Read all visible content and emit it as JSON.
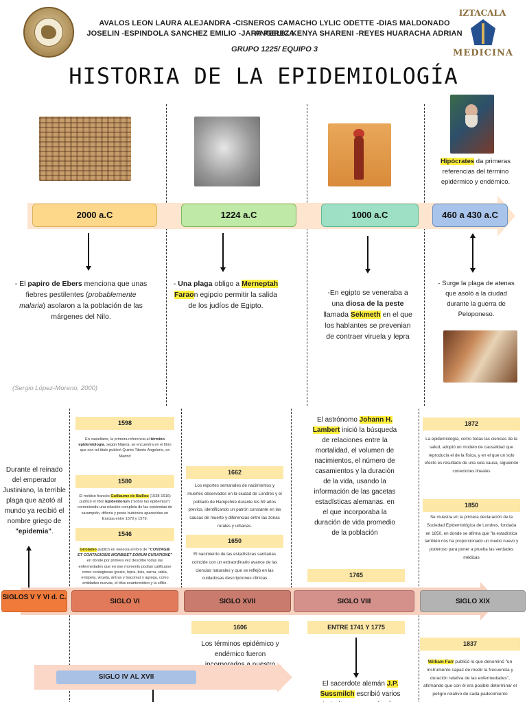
{
  "header": {
    "authors_line1": "AVALOS LEON LAURA ALEJANDRA  -CISNEROS CAMACHO LYLIC ODETTE  -DIAS MALDONADO ANGELICA",
    "authors_line2": "JOSELIN  -ESPINDOLA SANCHEZ EMILIO  -JARA PEREZ KENYA SHARENI -REYES HUARACHA ADRIAN",
    "grupo": "GRUPO  1225/ EQUIPO 3",
    "logo_right_top": "IZTACALA",
    "logo_right_bottom": "MEDICINA"
  },
  "title": "HISTORIA DE LA EPIDEMIOLOGÍA",
  "top_timeline": {
    "events": [
      {
        "date": "2000  a.C",
        "text": {
          "p1": "- El ",
          "h1": "papiro de Ebers",
          "p2": " menciona que unas fiebres pestilentes (",
          "i1": "probablemente malaria",
          "p3": ") asolaron a la población de las márgenes del Nilo."
        }
      },
      {
        "date": "1224  a.C",
        "text": {
          "p1": "- ",
          "b1": "Una plaga",
          "p2": " obligo a ",
          "h1": "Merneptah Farao",
          "p3": "n egipcio permitir la salida de los judíos de Egipto."
        }
      },
      {
        "date": "1000  a.C",
        "text": {
          "p1": "-En egipto se veneraba a una ",
          "b1": "diosa de la peste",
          "p2": " llamada ",
          "h1": "Sekmeth",
          "p3": " en el que los hablantes se prevenian de contraer viruela y lepra"
        }
      },
      {
        "date": "460  a  430  a.C",
        "hippo": {
          "h1": "Hipócrates",
          "p1": " da primeras referencias del término epidérmico y endémico."
        },
        "text": {
          "p1": "-  Surge la plaga de atenas que asoló a la ciudad durante la guerra de Peloponeso."
        }
      }
    ],
    "citation": "(Sergio López-Moreno, 2000)"
  },
  "lower": {
    "justinian": {
      "p1": "Durante el reinado del emperador Justiniano, la terrible plaga que azotó al mundo ya recibió el nombre griego de ",
      "b1": "\"epidemia\"",
      "p2": "."
    },
    "col_vi": [
      {
        "date": "1598",
        "p1": "En castellano, la primera referencia al ",
        "b1": "término epidemiología",
        "p2": ", según Nájera, se encuentra en el libro que con tal título publicó Quinto Tiberio Angelerio, en Madrid"
      },
      {
        "date": "1580",
        "p1": "El médico francés ",
        "h1": "Guillaume de Baillou",
        "p2": " (1538-1616) publicó el libro ",
        "b1": "Epidemiorum",
        "p3": " (\"sobre las epidemias\") conteniendo una relación completa de las epidemias de sarampión, difteria y peste bubónica aparecidas en Europa entre 1570 y 1579."
      },
      {
        "date": "1546",
        "h1": "Girolamo",
        "p1": " publicó en venecia el libro de ",
        "bi1": "\"CONTAGIE ET CONTAGIOSIS MORBISET EORUM CURATIONE\"",
        "p2": " en donde por primera vez describe todas las enfermedades que en ese momento podían calificarse como contagiosas (peste, lepra, tisis, sarna, rabia, erisipela, viruela, ántrax y tracoma) y agrega, como entidades nuevas, el tifus exantemático y la sífilis."
      }
    ],
    "col_xvii": [
      {
        "date": "1662",
        "text": "Los reportes semanales de nacimientos y muertes observados en la ciudad de Londres y el poblado de Hampshire durante los 59 años previos, identificando un patrón constante en las causas de muerte y diferencias entre las zonas rurales y urbanas."
      },
      {
        "date": "1650",
        "text": "El nacimiento de las estadísticas sanitarias coincide con un extraordinario avance de las ciencias naturales y que se reflejó en las cuidadosas descripciones clínicas"
      }
    ],
    "col_viii": {
      "p1": "El astrónomo ",
      "h1": "Johann H. Lambert",
      "p2": " inició la búsqueda de relaciones entre la mortalidad, el volumen de nacimientos, el número de casamientos y la duración de la vida, usando la información de las gacetas estadísticas alemanas. en el que incorporaba la duración de vida promedio de la población",
      "date": "1765"
    },
    "col_xix": [
      {
        "date": "1872",
        "text": "La epidemiología, como todas las ciencias de la salud, adoptó un modelo de causalidad que reproducía el de la física, y en el que un solo efecto es resultado de una sola causa, siguiendo conexiones lineales"
      },
      {
        "date": "1850",
        "text": "Se muestra en la primera declaración de la Sociedad Epidemiológica de Londres, fundada en 1850, en donde se afirma que \"la estadística también nos ha proporcionado un medio nuevo y poderoso para poner a prueba las verdades médicas"
      }
    ],
    "siglos": [
      "SIGLOS  V  Y  VI d. C.",
      "SIGLO VI",
      "SIGLO XVII",
      "SIGLO VIII",
      "SIGLO XIX"
    ],
    "below": {
      "d1606": "1606",
      "t1606": "Los términos epidémico y endémico fueron incorporados a nuestro idioma.",
      "d1741": "ENTRE 1741 Y 1775",
      "t1741": {
        "p1": "El sacerdote alemán ",
        "h1": "J.P. Sussmilch",
        "p2": " escribió varios tratados que seguían los"
      },
      "d1837": "1837",
      "t1837": {
        "h1": "William Farr",
        "p1": " publicó lo que denominó \"un instrumento capaz de medir la frecuencia y duración relativa de las enfermedades\", afirmando que con él era posible determinar el peligro relativo de cada padecimiento"
      },
      "siglo_iv": "SIGLO  IV  AL  XVII"
    }
  }
}
